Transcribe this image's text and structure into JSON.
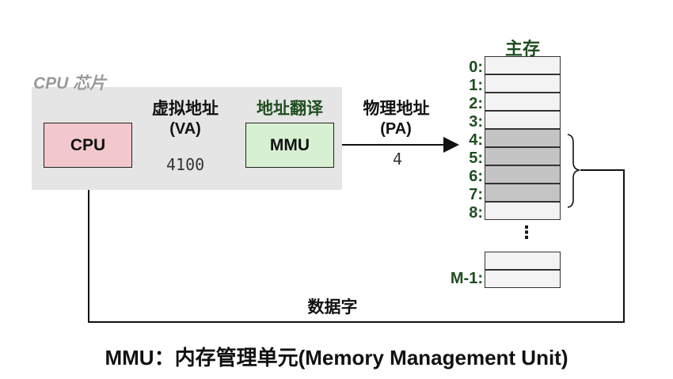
{
  "chip": {
    "label": "CPU 芯片"
  },
  "cpu": {
    "label": "CPU"
  },
  "mmu": {
    "label": "MMU",
    "caption": "地址翻译"
  },
  "virtual_address": {
    "caption": "虚拟地址",
    "abbr": "(VA)",
    "value": "4100"
  },
  "physical_address": {
    "caption": "物理地址",
    "abbr": "(PA)",
    "value": "4"
  },
  "memory": {
    "title": "主存",
    "rows": [
      "0:",
      "1:",
      "2:",
      "3:",
      "4:",
      "5:",
      "6:",
      "7:",
      "8:"
    ],
    "highlighted_rows": [
      "4:",
      "5:",
      "6:",
      "7:"
    ],
    "ellipsis": "⋮",
    "last_row": "M-1:"
  },
  "return_path": {
    "label": "数据字"
  },
  "footer": {
    "title": "MMU：内存管理单元(Memory Management Unit)"
  },
  "colors": {
    "cpu_fill": "#f2c8cc",
    "mmu_fill": "#d8f0d2",
    "chip_bg": "#e5e5e5",
    "address_label": "#1f4e1f",
    "highlight_cell": "#c4c4c4"
  }
}
